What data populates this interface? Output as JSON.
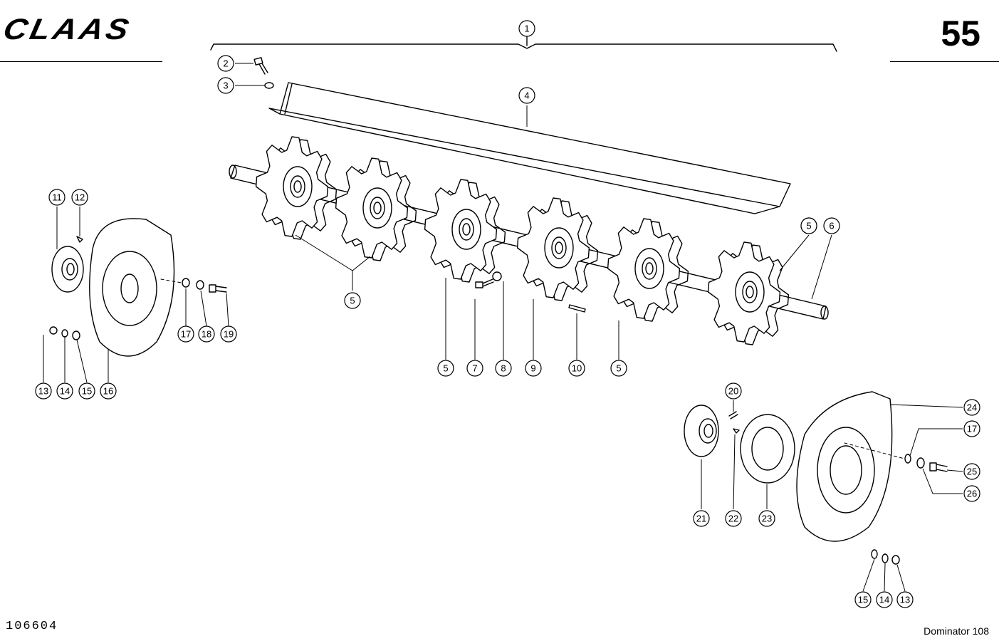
{
  "header": {
    "brand": "CLAAS",
    "page_number": "55"
  },
  "footer": {
    "drawing_number": "106604",
    "model": "Dominator 108"
  },
  "callouts": [
    {
      "label": "1",
      "part": "shaft-assembly"
    },
    {
      "label": "2",
      "part": "bolt"
    },
    {
      "label": "3",
      "part": "washer"
    },
    {
      "label": "4",
      "part": "angle-strip"
    },
    {
      "label": "5",
      "part": "star-wheel"
    },
    {
      "label": "5",
      "part": "star-wheel"
    },
    {
      "label": "5",
      "part": "star-wheel"
    },
    {
      "label": "5",
      "part": "star-wheel"
    },
    {
      "label": "5",
      "part": "star-wheel"
    },
    {
      "label": "6",
      "part": "shaft"
    },
    {
      "label": "7",
      "part": "bolt"
    },
    {
      "label": "8",
      "part": "nut"
    },
    {
      "label": "9",
      "part": "star-wheel"
    },
    {
      "label": "10",
      "part": "key"
    },
    {
      "label": "11",
      "part": "bearing"
    },
    {
      "label": "12",
      "part": "grease-nipple"
    },
    {
      "label": "13",
      "part": "nut"
    },
    {
      "label": "14",
      "part": "washer"
    },
    {
      "label": "15",
      "part": "washer"
    },
    {
      "label": "16",
      "part": "side-plate"
    },
    {
      "label": "17",
      "part": "washer"
    },
    {
      "label": "18",
      "part": "washer"
    },
    {
      "label": "19",
      "part": "bolt"
    },
    {
      "label": "20",
      "part": "set-screw"
    },
    {
      "label": "21",
      "part": "bearing"
    },
    {
      "label": "22",
      "part": "grease-nipple"
    },
    {
      "label": "23",
      "part": "gasket"
    },
    {
      "label": "24",
      "part": "side-plate"
    },
    {
      "label": "17",
      "part": "washer"
    },
    {
      "label": "25",
      "part": "bolt"
    },
    {
      "label": "26",
      "part": "washer"
    },
    {
      "label": "15",
      "part": "washer"
    },
    {
      "label": "14",
      "part": "washer"
    },
    {
      "label": "13",
      "part": "nut"
    }
  ]
}
